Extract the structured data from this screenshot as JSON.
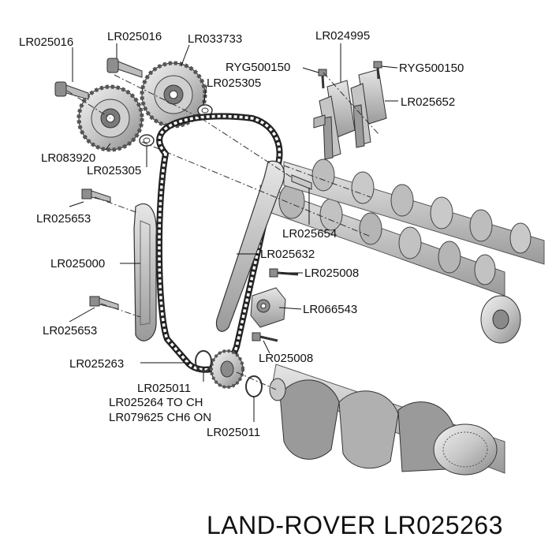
{
  "labels": {
    "lr025016_a": "LR025016",
    "lr025016_b": "LR025016",
    "lr033733": "LR033733",
    "lr024995": "LR024995",
    "ryg500150_a": "RYG500150",
    "ryg500150_b": "RYG500150",
    "lr025305_a": "LR025305",
    "lr025652": "LR025652",
    "lr083920": "LR083920",
    "lr025305_b": "LR025305",
    "lr025653_a": "LR025653",
    "lr025654": "LR025654",
    "lr025000": "LR025000",
    "lr025632": "LR025632",
    "lr025008_a": "LR025008",
    "lr066543": "LR066543",
    "lr025653_b": "LR025653",
    "lr025008_b": "LR025008",
    "lr025263": "LR025263",
    "lr025011_a": "LR025011",
    "lr025264": "LR025264 TO CH",
    "lr079625": "LR079625 CH6 ON",
    "lr025011_b": "LR025011"
  },
  "caption": "LAND-ROVER LR025263",
  "colors": {
    "line": "#222222",
    "part_fill": "#d9d9d9",
    "part_dark": "#8c8c8c",
    "background": "#ffffff"
  }
}
